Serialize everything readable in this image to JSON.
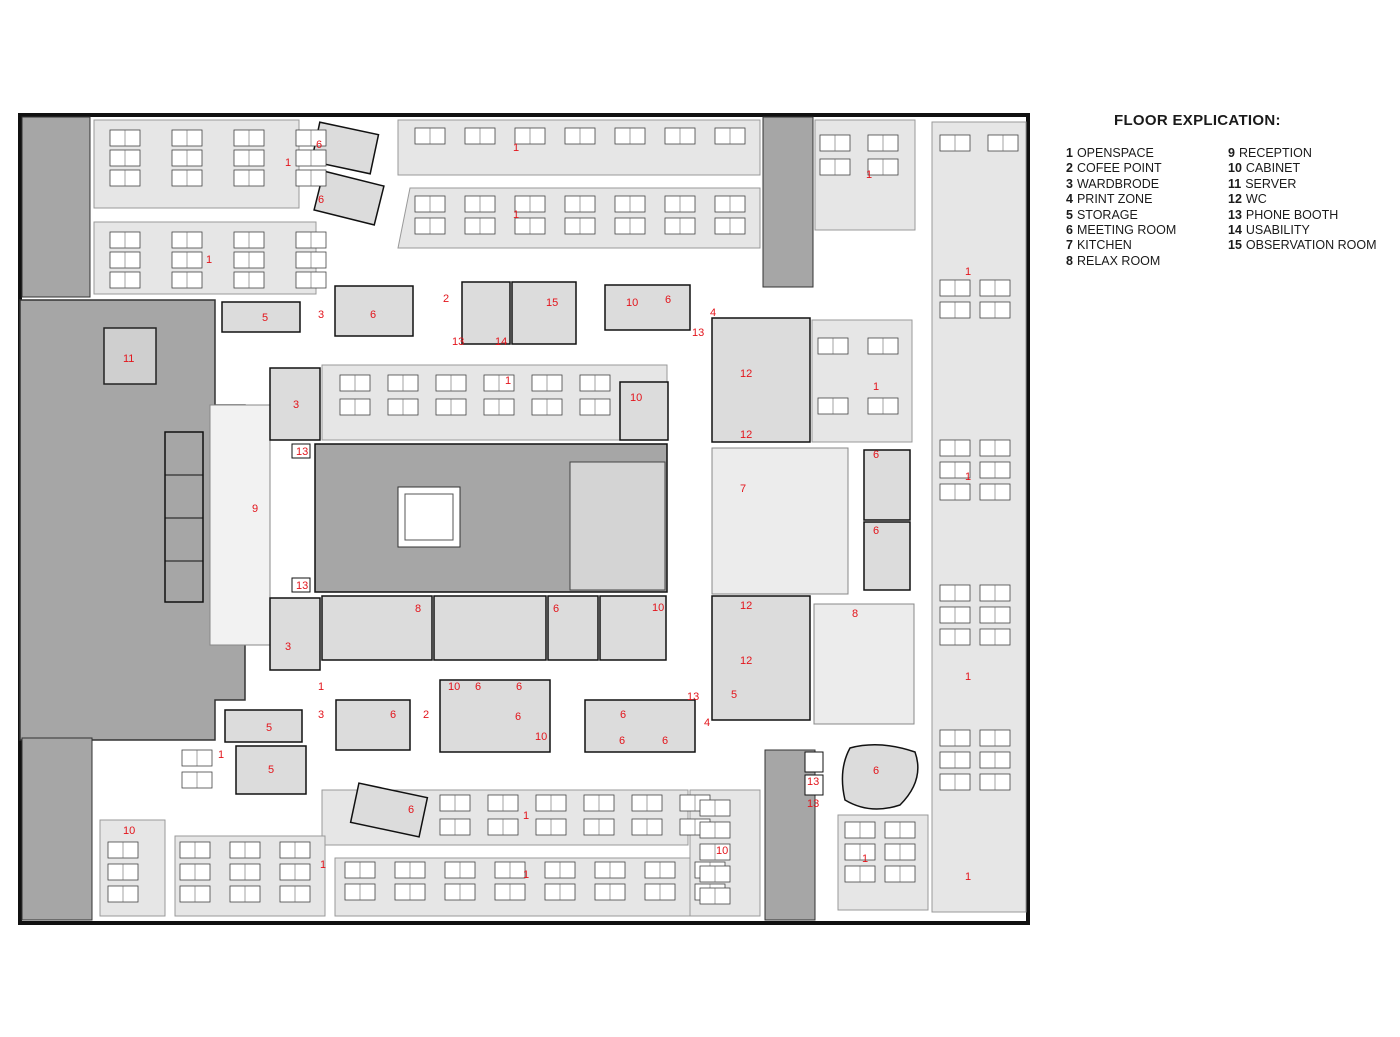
{
  "legend": {
    "title": "FLOOR EXPLICATION:",
    "items": [
      {
        "num": "1",
        "name": "OPENSPACE"
      },
      {
        "num": "2",
        "name": "COFEE POINT"
      },
      {
        "num": "3",
        "name": "WARDBRODE"
      },
      {
        "num": "4",
        "name": "PRINT ZONE"
      },
      {
        "num": "5",
        "name": "STORAGE"
      },
      {
        "num": "6",
        "name": "MEETING ROOM"
      },
      {
        "num": "7",
        "name": "KITCHEN"
      },
      {
        "num": "8",
        "name": "RELAX ROOM"
      },
      {
        "num": "9",
        "name": "RECEPTION"
      },
      {
        "num": "10",
        "name": "CABINET"
      },
      {
        "num": "11",
        "name": "SERVER"
      },
      {
        "num": "12",
        "name": "WC"
      },
      {
        "num": "13",
        "name": "PHONE BOOTH"
      },
      {
        "num": "14",
        "name": "USABILITY"
      },
      {
        "num": "15",
        "name": "OBSERVATION ROOM"
      }
    ]
  },
  "colors": {
    "zone_fill": "#e6e6e6",
    "core_fill": "#a6a6a6",
    "wall": "#111111",
    "label_red": "#e3141b"
  },
  "rooms": [
    {
      "n": "1"
    },
    {
      "n": "1"
    },
    {
      "n": "1"
    },
    {
      "n": "1"
    },
    {
      "n": "1"
    },
    {
      "n": "1"
    },
    {
      "n": "1"
    },
    {
      "n": "1"
    },
    {
      "n": "1"
    },
    {
      "n": "1"
    },
    {
      "n": "1"
    },
    {
      "n": "1"
    },
    {
      "n": "1"
    },
    {
      "n": "1"
    },
    {
      "n": "1"
    },
    {
      "n": "1"
    },
    {
      "n": "1"
    },
    {
      "n": "2"
    },
    {
      "n": "2"
    },
    {
      "n": "3"
    },
    {
      "n": "3"
    },
    {
      "n": "3"
    },
    {
      "n": "3"
    },
    {
      "n": "4"
    },
    {
      "n": "4"
    },
    {
      "n": "5"
    },
    {
      "n": "5"
    },
    {
      "n": "5"
    },
    {
      "n": "5"
    },
    {
      "n": "6"
    },
    {
      "n": "6"
    },
    {
      "n": "6"
    },
    {
      "n": "6"
    },
    {
      "n": "6"
    },
    {
      "n": "6"
    },
    {
      "n": "6"
    },
    {
      "n": "6"
    },
    {
      "n": "6"
    },
    {
      "n": "6"
    },
    {
      "n": "6"
    },
    {
      "n": "6"
    },
    {
      "n": "6"
    },
    {
      "n": "6"
    },
    {
      "n": "6"
    },
    {
      "n": "6"
    },
    {
      "n": "7"
    },
    {
      "n": "8"
    },
    {
      "n": "8"
    },
    {
      "n": "9"
    },
    {
      "n": "10"
    },
    {
      "n": "10"
    },
    {
      "n": "10"
    },
    {
      "n": "10"
    },
    {
      "n": "10"
    },
    {
      "n": "10"
    },
    {
      "n": "10"
    },
    {
      "n": "11"
    },
    {
      "n": "12"
    },
    {
      "n": "12"
    },
    {
      "n": "12"
    },
    {
      "n": "12"
    },
    {
      "n": "13"
    },
    {
      "n": "13"
    },
    {
      "n": "13"
    },
    {
      "n": "13"
    },
    {
      "n": "13"
    },
    {
      "n": "13"
    },
    {
      "n": "13"
    },
    {
      "n": "14"
    },
    {
      "n": "15"
    }
  ]
}
